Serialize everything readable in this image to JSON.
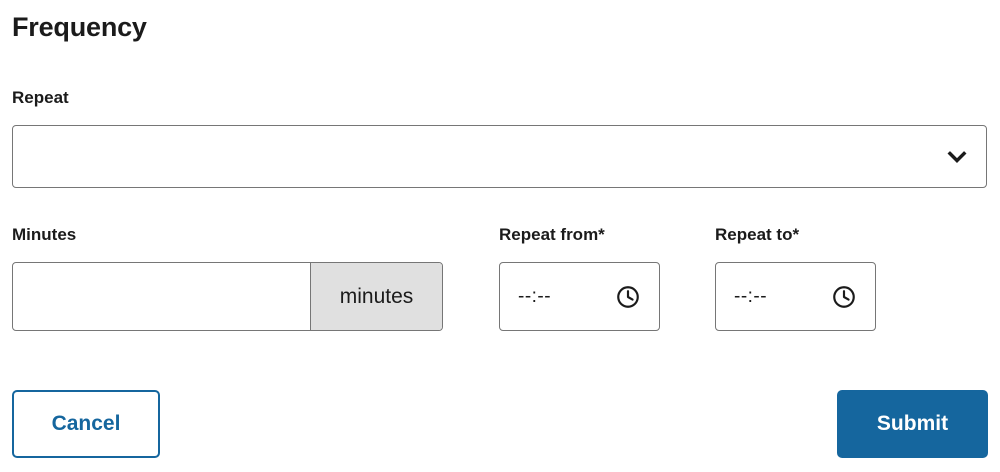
{
  "form": {
    "title": "Frequency",
    "repeat": {
      "label": "Repeat",
      "value": "",
      "icon": "chevron-down-icon"
    },
    "minutes": {
      "label": "Minutes",
      "value": "",
      "placeholder": "",
      "suffix": "minutes"
    },
    "repeat_from": {
      "label": "Repeat from*",
      "value": "--:--",
      "icon": "clock-icon"
    },
    "repeat_to": {
      "label": "Repeat to*",
      "value": "--:--",
      "icon": "clock-icon"
    },
    "actions": {
      "cancel_label": "Cancel",
      "submit_label": "Submit"
    }
  },
  "colors": {
    "accent": "#15669e",
    "border": "#767676",
    "addon_bg": "#e0e0e0",
    "text": "#1b1b1b",
    "background": "#ffffff"
  }
}
